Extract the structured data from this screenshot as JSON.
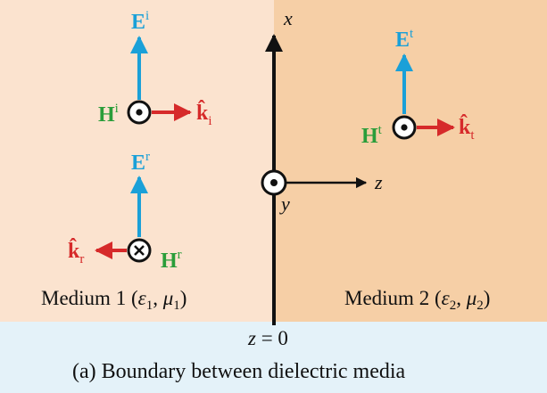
{
  "colors": {
    "medium1_bg": "#fbe3cf",
    "medium2_bg": "#f6cfa6",
    "footer_bg": "#e4f2f9",
    "e_field": "#1aa0d8",
    "h_field": "#2a9d3a",
    "k_vector": "#d62a2a",
    "axis": "#111111"
  },
  "axes": {
    "x": "x",
    "y": "y",
    "z": "z"
  },
  "incident": {
    "e_symbol": "E",
    "e_sup": "i",
    "h_symbol": "H",
    "h_sup": "i",
    "h_direction": "dot-icon",
    "k_symbol": "k̂",
    "k_sub": "i"
  },
  "reflected": {
    "e_symbol": "E",
    "e_sup": "r",
    "h_symbol": "H",
    "h_sup": "r",
    "h_direction": "cross-icon",
    "k_symbol": "k̂",
    "k_sub": "r"
  },
  "transmitted": {
    "e_symbol": "E",
    "e_sup": "t",
    "h_symbol": "H",
    "h_sup": "t",
    "h_direction": "dot-icon",
    "k_symbol": "k̂",
    "k_sub": "t"
  },
  "medium1": {
    "name": "Medium 1 (",
    "eps": "ε",
    "eps_sub": "1",
    "sep": ", ",
    "mu": "μ",
    "mu_sub": "1",
    "close": ")"
  },
  "medium2": {
    "name": "Medium 2 (",
    "eps": "ε",
    "eps_sub": "2",
    "sep": ", ",
    "mu": "μ",
    "mu_sub": "2",
    "close": ")"
  },
  "boundary": {
    "var": "z",
    "rest": " = 0"
  },
  "caption": "(a)  Boundary between dielectric media"
}
